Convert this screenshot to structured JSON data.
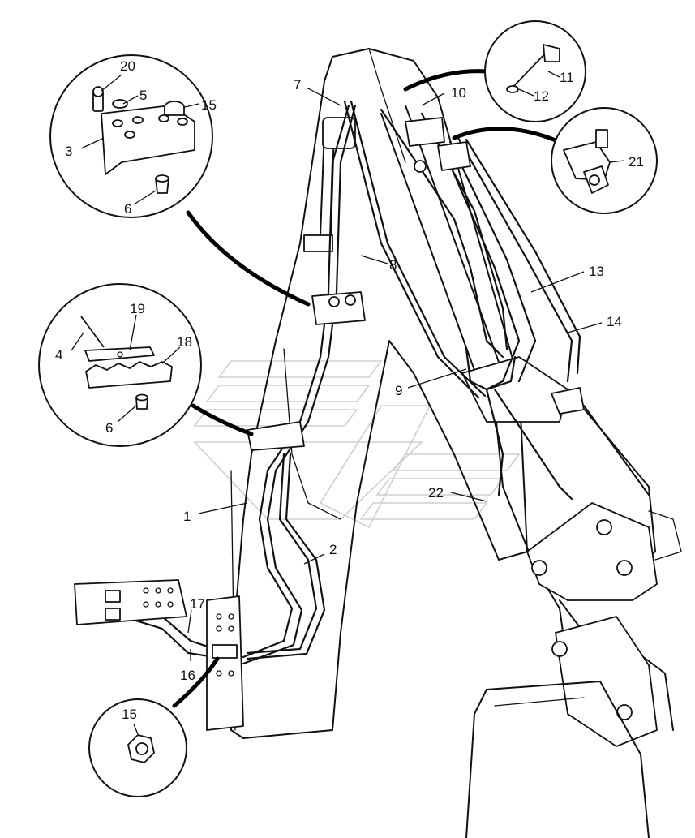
{
  "labels": {
    "l1": "1",
    "l2": "2",
    "l3": "3",
    "l4": "4",
    "l5": "5",
    "l6a": "6",
    "l6b": "6",
    "l7": "7",
    "l8": "8",
    "l9": "9",
    "l10": "10",
    "l11": "11",
    "l12": "12",
    "l13": "13",
    "l14": "14",
    "l15a": "15",
    "l15b": "15",
    "l16": "16",
    "l17": "17",
    "l18": "18",
    "l19": "19",
    "l20": "20",
    "l21": "21",
    "l22": "22"
  },
  "icons": {
    "callout_bracket": "bracket-callout",
    "callout_clamp": "clamp-callout",
    "callout_bolt": "bolt-callout",
    "callout_fitting": "fitting-callout",
    "callout_nut": "nut-callout",
    "watermark": "watermark-logo"
  }
}
